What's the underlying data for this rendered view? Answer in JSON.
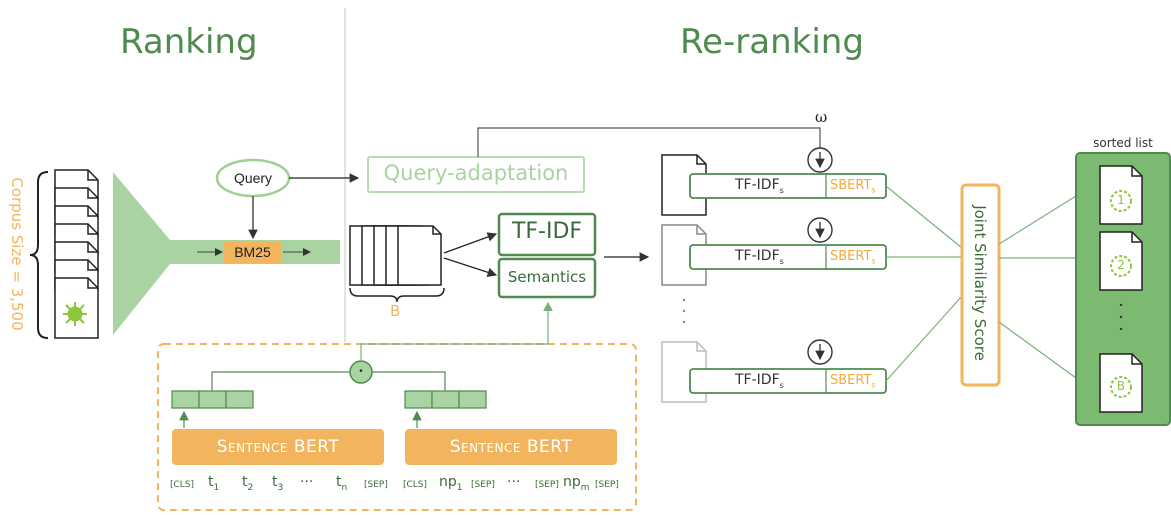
{
  "ranking": {
    "title": "Ranking"
  },
  "reranking": {
    "title": "Re-ranking"
  },
  "corpus": {
    "label": "Corpus Size = 3,500"
  },
  "query": {
    "label": "Query"
  },
  "bm25": {
    "label": "BM25"
  },
  "top_b": {
    "label": "B"
  },
  "query_adaptation": {
    "label": "Query-adaptation"
  },
  "tfidf_box": {
    "label": "TF-IDF"
  },
  "semantics_box": {
    "label": "Semantics"
  },
  "omega": {
    "label": "ω"
  },
  "rows": [
    {
      "tfidf": "TF-IDF",
      "tfidf_sub": "s",
      "sbert": "SBERT",
      "sbert_sub": "s"
    },
    {
      "tfidf": "TF-IDF",
      "tfidf_sub": "s",
      "sbert": "SBERT",
      "sbert_sub": "s"
    },
    {
      "tfidf": "TF-IDF",
      "tfidf_sub": "s",
      "sbert": "SBERT",
      "sbert_sub": "s"
    }
  ],
  "joint": {
    "label": "Joint Similarity Score"
  },
  "sorted_list": {
    "title": "sorted list",
    "items": [
      "1",
      "2",
      "B"
    ]
  },
  "sentence_bert": {
    "label": "Sentence BERT"
  },
  "combine": {
    "label": "•"
  },
  "tokens_left": [
    {
      "t": "[CLS]",
      "sub": "",
      "small": true
    },
    {
      "t": "t",
      "sub": "1",
      "small": false
    },
    {
      "t": "t",
      "sub": "2",
      "small": false
    },
    {
      "t": "t",
      "sub": "3",
      "small": false
    },
    {
      "t": "···",
      "sub": "",
      "small": false
    },
    {
      "t": "t",
      "sub": "n",
      "small": false
    },
    {
      "t": "[SEP]",
      "sub": "",
      "small": true
    }
  ],
  "tokens_right": [
    {
      "t": "[CLS]",
      "sub": "",
      "small": true
    },
    {
      "t": "np",
      "sub": "1",
      "small": false
    },
    {
      "t": "[SEP]",
      "sub": "",
      "small": true
    },
    {
      "t": "···",
      "sub": "",
      "small": false
    },
    {
      "t": "[SEP]",
      "sub": "",
      "small": true
    },
    {
      "t": "np",
      "sub": "m",
      "small": false
    },
    {
      "t": "[SEP]",
      "sub": "",
      "small": true
    }
  ],
  "colors": {
    "green": "#4f8a4f",
    "light_green": "#a9d3a0",
    "orange": "#f2b55e",
    "sorted_bg": "#7cba72"
  }
}
